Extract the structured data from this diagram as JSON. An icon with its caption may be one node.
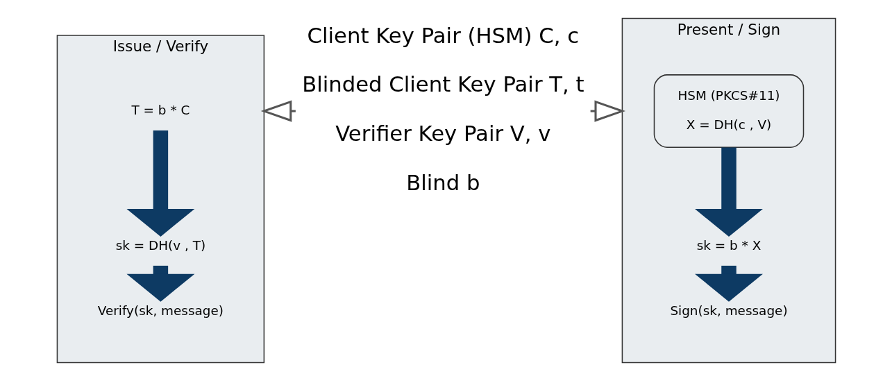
{
  "diagram": {
    "nodes": [
      {
        "text": [
          "Issue / Verify"
        ]
      },
      {
        "text": [
          "T = b * C"
        ],
        "in": 0
      },
      {
        "text": [
          "sk = DH(v , T)"
        ],
        "in": 0
      },
      {
        "text": [
          "Verify(sk, message)"
        ],
        "in": 0
      },
      {
        "text": [
          "Client Key Pair (HSM) C, c",
          "Blinded Client Key Pair T, t",
          "Verifier Key Pair V, v",
          "Blind b"
        ]
      },
      {
        "text": [
          "Present / Sign"
        ]
      },
      {
        "text": [
          "HSM (PKCS#11)",
          "X = DH(c , V)"
        ],
        "in": 5
      },
      {
        "text": [
          "sk = b * X"
        ],
        "in": 5
      },
      {
        "text": [
          "Sign(sk, message)"
        ],
        "in": 5
      }
    ],
    "edges": [
      {
        "from": 1,
        "to": 2,
        "arrow": "to"
      },
      {
        "from": 2,
        "to": 3,
        "arrow": "to"
      },
      {
        "from": 4,
        "to": 0,
        "arrow": "to",
        "color": "#555555"
      },
      {
        "from": 4,
        "to": 5,
        "arrow": "to",
        "color": "#555555"
      },
      {
        "from": 6,
        "to": 7,
        "arrow": "to"
      },
      {
        "from": 7,
        "to": 8,
        "arrow": "to"
      }
    ]
  }
}
